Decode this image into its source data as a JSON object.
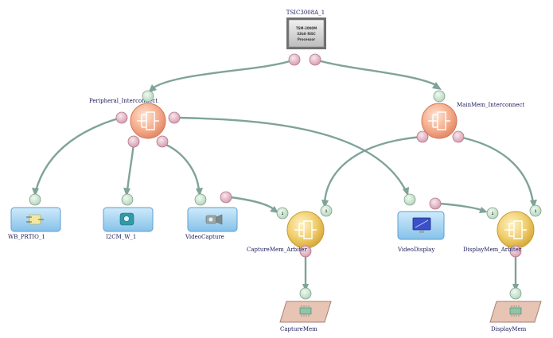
{
  "diagram": {
    "nodes": {
      "processor": {
        "label": "TSIC3008A_1",
        "chip_lines": [
          "TSM-2000M",
          "32bit RISC",
          "Processor"
        ]
      },
      "peripheral_interconnect": {
        "label": "Peripheral_Interconnect"
      },
      "mainmem_interconnect": {
        "label": "MainMem_Interconnect"
      },
      "wb_prtio": {
        "label": "WB_PRTIO_1",
        "icon": "parallel-io-icon"
      },
      "i2cm": {
        "label": "I2CM_W_1",
        "icon": "camera-icon"
      },
      "videocapture": {
        "label": "VideoCapture",
        "icon": "video-camera-icon"
      },
      "capturemem_arbiter": {
        "label": "CaptureMem_Arbiter"
      },
      "videodisplay": {
        "label": "VideoDisplay",
        "icon": "monitor-icon"
      },
      "displaymem_arbiter": {
        "label": "DisplayMem_Arbiter"
      },
      "capturemem": {
        "label": "CaptureMem",
        "icon": "memory-chip-icon"
      },
      "displaymem": {
        "label": "DisplayMem",
        "icon": "memory-chip-icon"
      }
    },
    "port_letters": {
      "capture_in": "1",
      "capture_in2": "1",
      "display_in": "1",
      "display_in2": "1"
    },
    "colors": {
      "edge": "#7fa39a",
      "port_master": "#e2b8c3",
      "port_slave": "#cfe5d4",
      "interconnect": "#f6b08f",
      "arbiter": "#f1cf6e",
      "peripheral_block": "#a9d6f3",
      "memory": "#e8c4b5"
    }
  }
}
